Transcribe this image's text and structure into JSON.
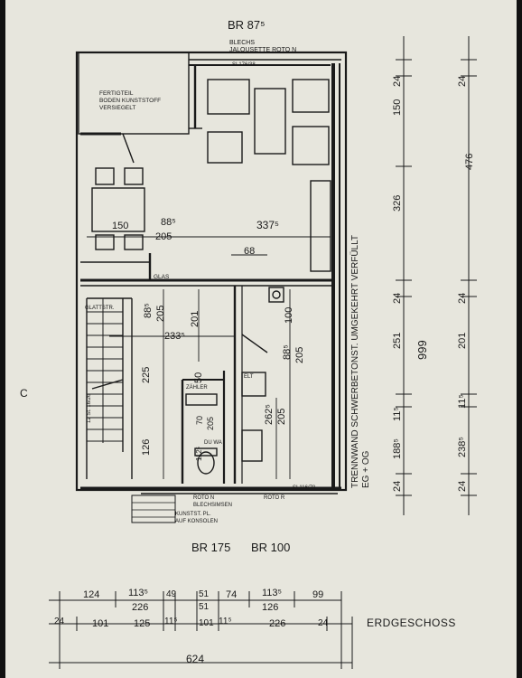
{
  "header": {
    "top_width": "BR 87⁵",
    "blind_note_line1": "BLECHS",
    "blind_note_line2": "JALOUSETTE ROTO N",
    "sill_top": "SI 176/38"
  },
  "notes": {
    "balcony_line1": "FERTIGTEIL",
    "balcony_line2": "BODEN KUNSTSTOFF",
    "balcony_line3": "VERSIEGELT",
    "glas": "GLAS",
    "glattstr": "GLATTSTR.",
    "zaehler": "ZÄHLER",
    "elt": "ELT",
    "duwa": "DU WA",
    "roto_left_line1": "ROTO N",
    "roto_left_line2": "BLECHSIMSEN",
    "roto_right": "ROTO R",
    "sill_bottom": "SI 116/78",
    "kunstst_line1": "KUNSTST. PL.",
    "kunstst_line2": "AUF KONSOLEN",
    "trennwand_line1": "TRENNWAND SCHWERBETONST. UMGEKEHRT VERFÜLLT",
    "trennwand_line2": "EG + OG",
    "stair_label": "12 St. 16/26",
    "marker_c": "C"
  },
  "bottom_labels": {
    "br175": "BR 175",
    "br100": "BR 100",
    "floor": "ERDGESCHOSS"
  },
  "dimensions": {
    "d150": "150",
    "d88": "88⁵",
    "d205": "205",
    "d337": "337⁵",
    "d68": "68",
    "d88v": "88⁵",
    "d205v": "205",
    "d201v": "201",
    "d233": "233⁵",
    "d225v": "225",
    "d50v": "50",
    "d70v": "70",
    "d205b": "205",
    "d112v": "112⁵",
    "d126v": "126",
    "d885b": "88⁵",
    "d205c": "205",
    "d100v": "100",
    "d262": "262⁵",
    "d205d": "205",
    "r150": "150",
    "r24a": "24",
    "r326": "326",
    "r24b": "24",
    "r251": "251",
    "r115": "11⁵",
    "r188": "188⁵",
    "r24c": "24",
    "r999": "999",
    "o24a": "24",
    "o476": "476",
    "o24b": "24",
    "o201": "201",
    "o115": "11⁵",
    "o238": "238⁵",
    "o24c": "24",
    "b124": "124",
    "b113a": "113⁵",
    "b49": "49",
    "b51a": "51",
    "b74": "74",
    "b113b": "113⁵",
    "b99": "99",
    "b226a": "226",
    "b51b": "51",
    "b126": "126",
    "c24a": "24",
    "c101a": "101",
    "c125": "125",
    "c115a": "11⁵",
    "c101b": "101",
    "c115b": "11⁵",
    "c226": "226",
    "c24b": "24",
    "d624": "624"
  }
}
